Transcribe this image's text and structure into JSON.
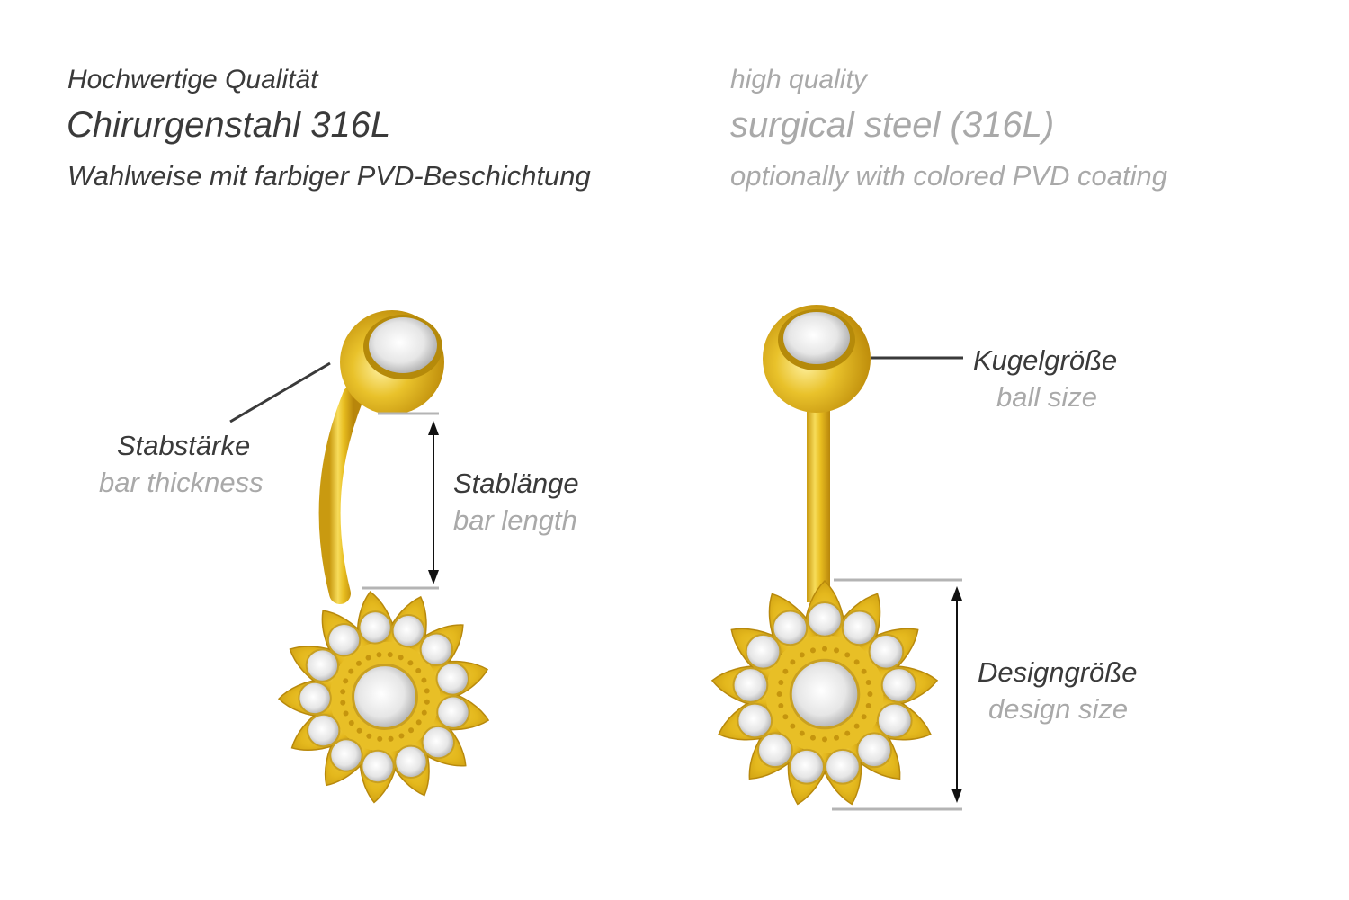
{
  "german": {
    "line1": "Hochwertige Qualität",
    "line2": "Chirurgenstahl 316L",
    "line3": "Wahlweise mit farbiger PVD-Beschichtung"
  },
  "english": {
    "line1": "high quality",
    "line2": "surgical steel (316L)",
    "line3": "optionally with colored PVD coating"
  },
  "labels": {
    "bar_thickness": {
      "de": "Stabstärke",
      "en": "bar thickness"
    },
    "bar_length": {
      "de": "Stablänge",
      "en": "bar length"
    },
    "ball_size": {
      "de": "Kugelgröße",
      "en": "ball size"
    },
    "design_size": {
      "de": "Designgröße",
      "en": "design size"
    }
  },
  "colors": {
    "text_dark": "#3a3a3a",
    "text_light": "#a9a9a9",
    "gold": "#e6bb1e",
    "guide_line": "#b4b4b4"
  }
}
